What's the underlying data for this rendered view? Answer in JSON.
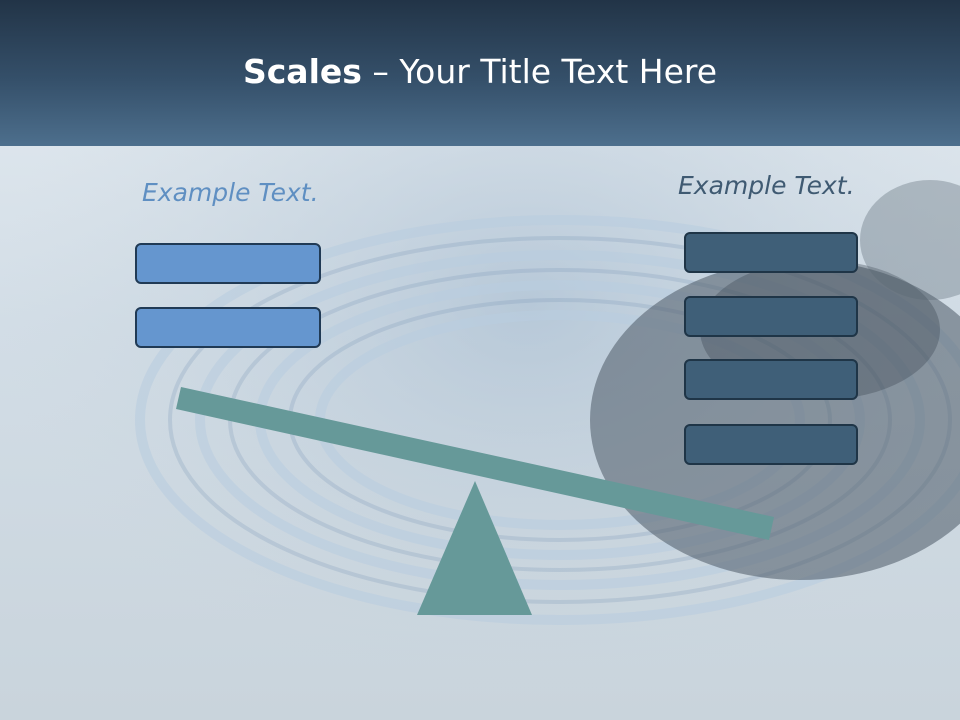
{
  "slide": {
    "title_bold": "Scales",
    "title_rest": " – Your Title Text Here",
    "left": {
      "label": "Example Text.",
      "boxes": 2
    },
    "right": {
      "label": "Example Text.",
      "boxes": 4
    }
  },
  "colors": {
    "header": "#35506a",
    "left_box": "#6596cf",
    "right_box": "#3f5f78",
    "beam": "#669999",
    "label_left": "#5f8fc2",
    "label_right": "#3f5a72"
  }
}
